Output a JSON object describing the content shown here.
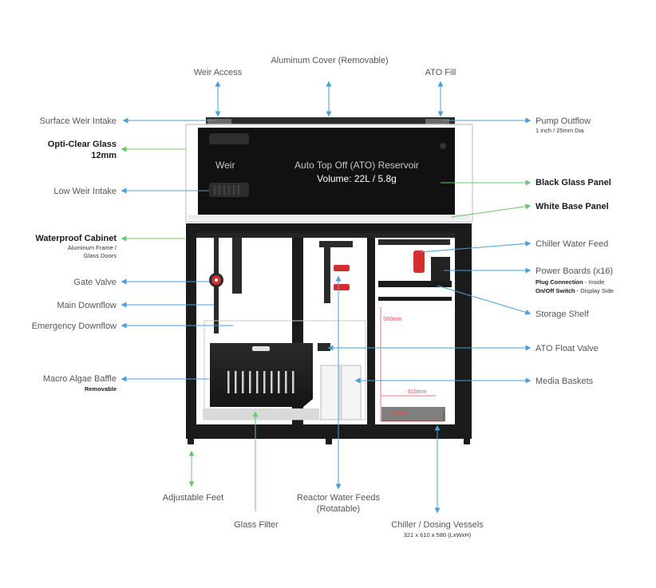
{
  "colors": {
    "blue_line": "#4a9fd8",
    "green_line": "#6cc46c",
    "cabinet": "#1b1b1b",
    "glass": "#111111",
    "dimension": "#e05050"
  },
  "labels": {
    "aluminum_cover": "Aluminum Cover (Removable)",
    "weir_access": "Weir Access",
    "ato_fill": "ATO Fill",
    "surface_weir_intake": "Surface Weir Intake",
    "pump_outflow": "Pump Outflow",
    "pump_outflow_sub": "1 inch / 25mm Dia",
    "opti_clear_glass_1": "Opti-Clear Glass",
    "opti_clear_glass_2": "12mm",
    "black_glass_panel": "Black Glass Panel",
    "low_weir_intake": "Low Weir Intake",
    "white_base_panel": "White Base Panel",
    "waterproof_cabinet": "Waterproof Cabinet",
    "waterproof_cabinet_sub1": "Aluminum Frame /",
    "waterproof_cabinet_sub2": "Glass Doors",
    "chiller_water_feed": "Chiller Water Feed",
    "power_boards": "Power Boards (x16)",
    "plug_connection": "Plug Connection",
    "plug_connection_rest": " - Inside",
    "onoff_switch": "On/Off Switch",
    "onoff_switch_rest": " - Display Side",
    "gate_valve": "Gate Valve",
    "main_downflow": "Main Downflow",
    "storage_shelf": "Storage Shelf",
    "emergency_downflow": "Emergency Downflow",
    "ato_float_valve": "ATO Float Valve",
    "macro_algae_baffle": "Macro Algae Baffle",
    "macro_algae_baffle_sub": "Removable",
    "media_baskets": "Media Baskets",
    "adjustable_feet": "Adjustable Feet",
    "reactor_water_feeds_1": "Reactor Water Feeds",
    "reactor_water_feeds_2": "(Rotatable)",
    "glass_filter": "Glass Filter",
    "chiller_dosing_vessels": "Chiller / Dosing Vessels",
    "chiller_dosing_dims": "321 x 610 x 580 (LxWxH)"
  },
  "reservoir": {
    "weir": "Weir",
    "title": "Auto Top Off (ATO) Reservoir",
    "volume": "Volume: 22L / 5.8g"
  },
  "dimensions": {
    "height": "580mm",
    "width": "610mm",
    "length": "321mm"
  }
}
